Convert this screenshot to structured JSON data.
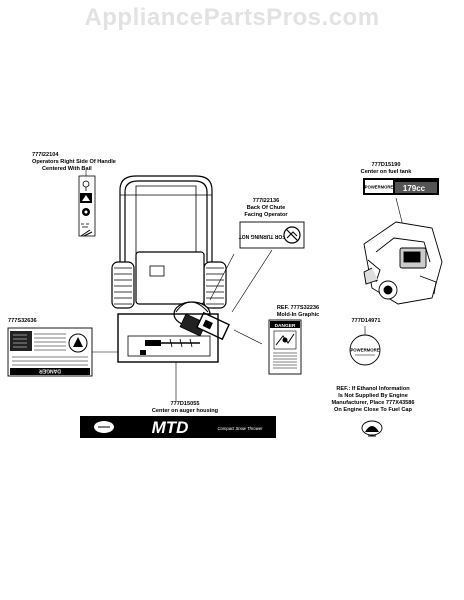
{
  "watermark": "AppliancePartsPros.com",
  "callouts": {
    "handle_decal": {
      "part": "777I22104",
      "lines": [
        "Operators Right Side Of Handle",
        "Centered With Bail"
      ]
    },
    "chute_decal": {
      "part": "777I22136",
      "lines": [
        "Back Of Chute",
        "Facing Operator"
      ]
    },
    "fuel_tank_decal": {
      "part": "777D15190",
      "lines": [
        "Center on fuel tank"
      ]
    },
    "moldin_graphic": {
      "part": "REF. 777S32236",
      "lines": [
        "Mold-In Graphic"
      ]
    },
    "engine_decal": {
      "part": "777D14971",
      "lines": []
    },
    "left_decal": {
      "part": "777S32636",
      "lines": []
    },
    "auger_decal": {
      "part": "777D15055",
      "lines": [
        "Center on auger housing"
      ]
    },
    "ethanol_note": {
      "lines": [
        "REF.: If Ethanol Information",
        "Is Not Supplied By Engine",
        "Manufacturer, Place 777X43586",
        "On Engine Close To Fuel Cap"
      ]
    }
  },
  "decal_text": {
    "fuel_tank_brand": "POWERMORE",
    "fuel_tank_cc": "179cc",
    "chute_warning": "FOR TURNING NOT",
    "danger_label": "DANGER",
    "engine_brand": "POWERMORE",
    "auger_brand": "MTD",
    "auger_tagline": "Compact Snow Thrower"
  }
}
